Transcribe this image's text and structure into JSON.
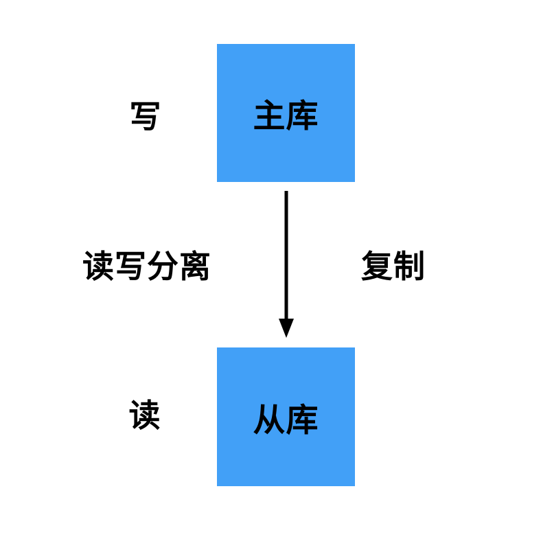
{
  "diagram": {
    "type": "flow-diagram",
    "description": "Database read-write separation with master-slave replication",
    "nodes": [
      {
        "id": "master",
        "label": "主库"
      },
      {
        "id": "slave",
        "label": "从库"
      }
    ],
    "edges": [
      {
        "from": "master",
        "to": "slave",
        "style": "arrow-down"
      }
    ],
    "labels": {
      "write": "写",
      "read_write_split": "读写分离",
      "replicate": "复制",
      "read": "读"
    },
    "colors": {
      "node_fill": "#42A0F7",
      "text": "#000000",
      "arrow": "#000000",
      "background": "#FFFFFF"
    }
  }
}
